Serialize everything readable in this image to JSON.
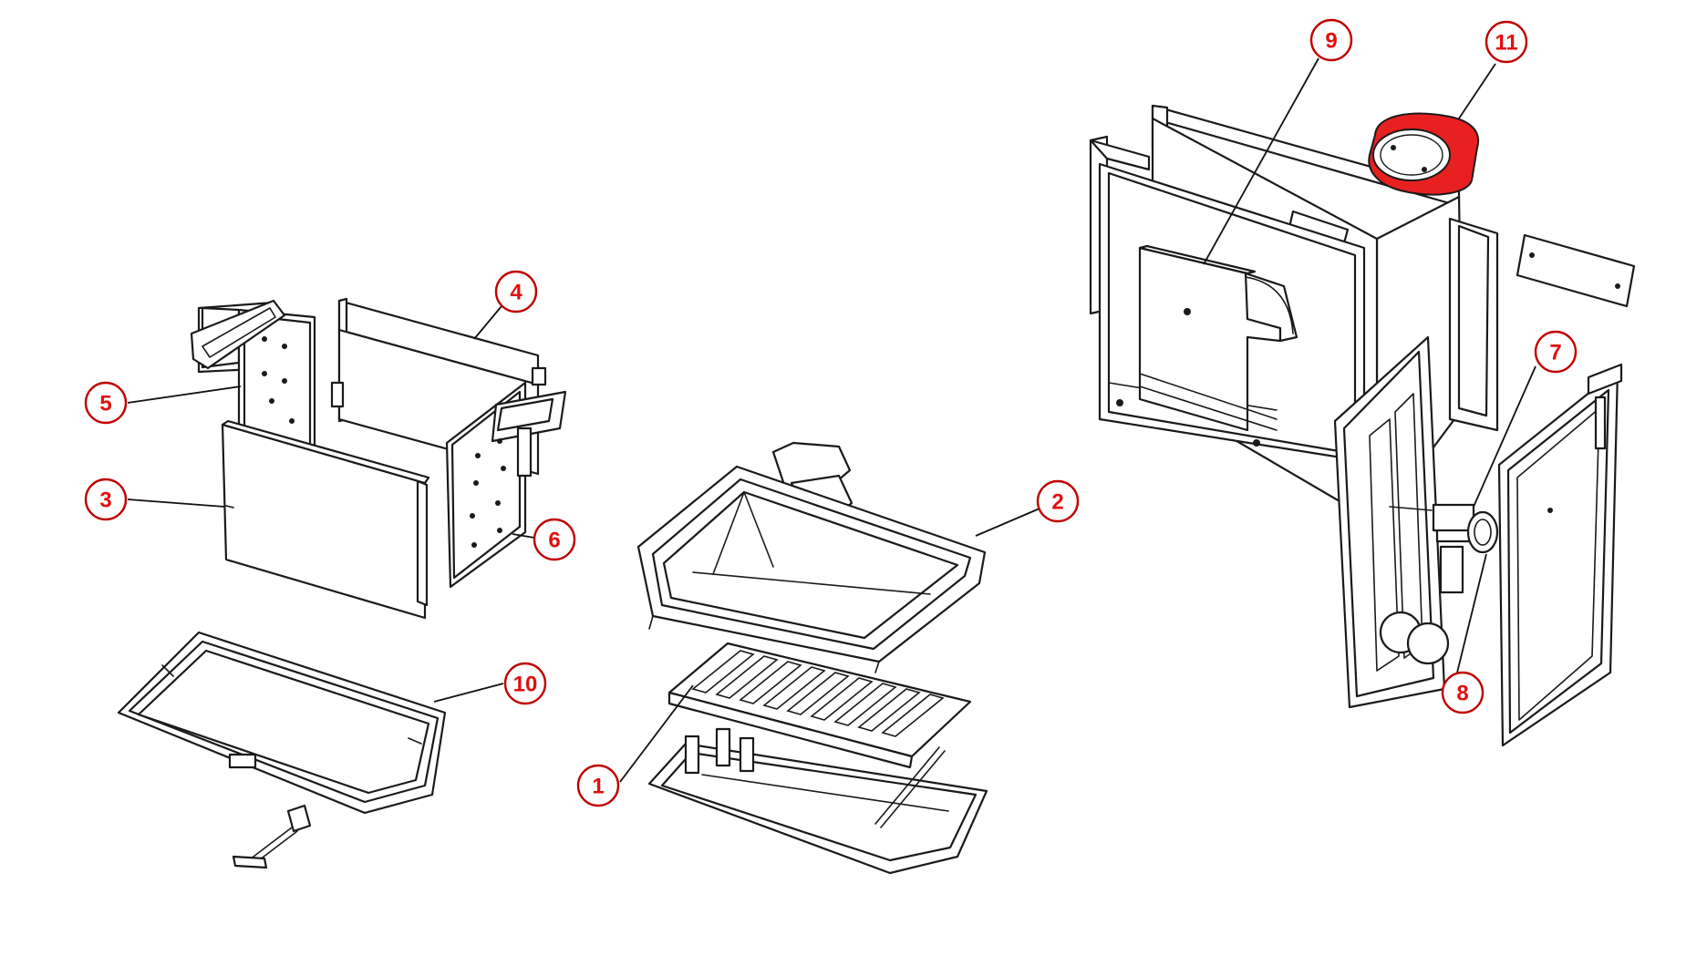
{
  "callouts": [
    {
      "id": "1",
      "label": "1"
    },
    {
      "id": "2",
      "label": "2"
    },
    {
      "id": "3",
      "label": "3"
    },
    {
      "id": "4",
      "label": "4"
    },
    {
      "id": "5",
      "label": "5"
    },
    {
      "id": "6",
      "label": "6"
    },
    {
      "id": "7",
      "label": "7"
    },
    {
      "id": "8",
      "label": "8"
    },
    {
      "id": "9",
      "label": "9"
    },
    {
      "id": "10",
      "label": "10"
    },
    {
      "id": "11",
      "label": "11"
    }
  ],
  "colors": {
    "callout_text": "#e01010",
    "callout_border": "#c00000",
    "highlight_part": "#e82020",
    "line_art": "#1a1a1a"
  }
}
